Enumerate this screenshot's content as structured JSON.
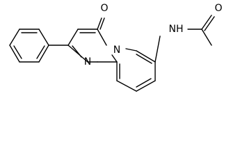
{
  "molecule": {
    "atom_labels": {
      "carbonyl_oxygen": "O",
      "amide_oxygen": "O",
      "amide_nh": "NH",
      "bridge_nitrogen": "N",
      "ring_nitrogen": "N"
    },
    "colors": {
      "bond": "#000000",
      "label": "#000000",
      "background": "#ffffff"
    }
  }
}
